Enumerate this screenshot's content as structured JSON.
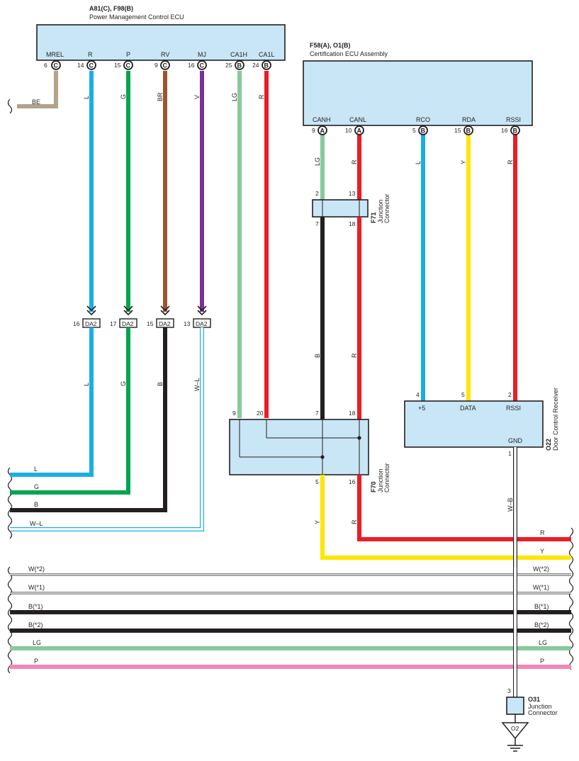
{
  "ecu_power": {
    "code": "A81(C), F98(B)",
    "name": "Power Management Control ECU",
    "pins": [
      {
        "label": "MREL",
        "num": "6",
        "conn": "C"
      },
      {
        "label": "R",
        "num": "14",
        "conn": "C"
      },
      {
        "label": "P",
        "num": "15",
        "conn": "C"
      },
      {
        "label": "RV",
        "num": "9",
        "conn": "C"
      },
      {
        "label": "MJ",
        "num": "16",
        "conn": "C"
      },
      {
        "label": "CA1H",
        "num": "25",
        "conn": "B"
      },
      {
        "label": "CA1L",
        "num": "24",
        "conn": "B"
      }
    ]
  },
  "ecu_cert": {
    "code": "F58(A), O1(B)",
    "name": "Certification ECU Assembly",
    "pins": [
      {
        "label": "CANH",
        "num": "9",
        "conn": "A"
      },
      {
        "label": "CANL",
        "num": "10",
        "conn": "A"
      },
      {
        "label": "RCO",
        "num": "5",
        "conn": "B"
      },
      {
        "label": "RDA",
        "num": "15",
        "conn": "B"
      },
      {
        "label": "RSSI",
        "num": "16",
        "conn": "B"
      }
    ]
  },
  "wire_colors": {
    "BE": "#b3a38b",
    "L": "#1aaee5",
    "G": "#00a551",
    "BR": "#a0522d",
    "V": "#7b3294",
    "LG": "#86c99b",
    "R": "#ed1c24",
    "Y": "#ffe600",
    "B": "#231f20",
    "P": "#f287b7",
    "W": "#ffffff"
  },
  "wires_top": {
    "be": "BE",
    "l": "L",
    "g": "G",
    "br": "BR",
    "v": "V",
    "lg": "LG",
    "r": "R"
  },
  "wires_cert": {
    "lg": "LG",
    "r": "R",
    "l": "L",
    "y": "Y",
    "r2": "R"
  },
  "connector_da2": {
    "label": "DA2",
    "pins": [
      "16",
      "17",
      "15",
      "13"
    ]
  },
  "wires_lower": {
    "l": "L",
    "g": "G",
    "b": "B",
    "wl": "W–L"
  },
  "f71": {
    "code": "F71",
    "type1": "Junction",
    "type2": "Connector",
    "pin_tl": "2",
    "pin_tr": "13",
    "pin_bl": "7",
    "pin_br": "18"
  },
  "wires_f71_lower": {
    "b": "B",
    "r": "R"
  },
  "f70": {
    "code": "F70",
    "type1": "Junction",
    "type2": "Connector",
    "pins_top": [
      "9",
      "20",
      "7",
      "18"
    ],
    "pins_bottom": [
      "5",
      "16"
    ]
  },
  "wires_f70_lower": {
    "y": "Y",
    "r": "R"
  },
  "o22": {
    "code": "O22",
    "type1": "Door Control Receiver",
    "pins": [
      "4",
      "5",
      "2"
    ],
    "labels": [
      "+5",
      "DATA",
      "RSSI"
    ],
    "gnd": "GND",
    "gnd_pin": "1"
  },
  "wire_o22": "W–B",
  "bus_left": [
    "L",
    "G",
    "B",
    "W–L"
  ],
  "bus_right": [
    "R",
    "Y"
  ],
  "bus_full": [
    {
      "left": "W(*2)",
      "right": "W(*2)"
    },
    {
      "left": "W(*1)",
      "right": "W(*1)"
    },
    {
      "left": "B(*1)",
      "right": "B(*1)"
    },
    {
      "left": "B(*2)",
      "right": "B(*2)"
    },
    {
      "left": "LG",
      "right": "LG"
    },
    {
      "left": "P",
      "right": "P"
    }
  ],
  "o31": {
    "code": "O31",
    "type1": "Junction",
    "type2": "Connector",
    "pin": "3"
  },
  "ground": {
    "label": "O2"
  }
}
